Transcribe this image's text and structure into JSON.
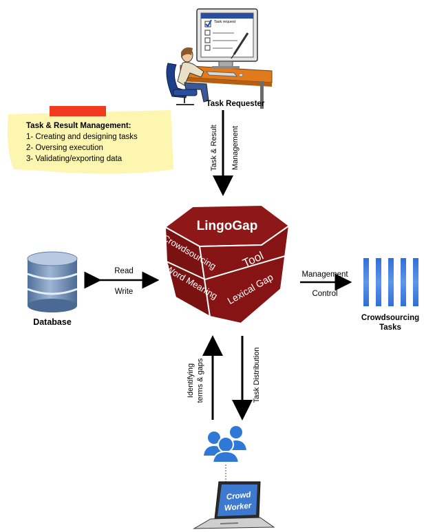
{
  "task_requester": {
    "label": "Task Requester",
    "form_title": "Task request"
  },
  "note": {
    "title": "Task & Result Management:",
    "items": [
      "1- Creating and designing tasks",
      "2- Oversing execution",
      "3- Validating/exporting data"
    ]
  },
  "arrow_top": {
    "label_line1": "Task & Result",
    "label_line2": "Management"
  },
  "cube": {
    "top": "LingoGap",
    "left_upper": "Crowdsourcing",
    "left_lower": "Word Meaning",
    "right_upper": "Tool",
    "right_lower": "Lexical Gap"
  },
  "database": {
    "label": "Database",
    "read_label": "Read",
    "write_label": "Write"
  },
  "tasks": {
    "label_line1": "Crowdsourcing",
    "label_line2": "Tasks",
    "management_label": "Management",
    "control_label": "Control"
  },
  "arrow_up": {
    "label_line1": "Identifying",
    "label_line2": "terms & gaps"
  },
  "arrow_down": {
    "label": "Task Distribution"
  },
  "crowd_worker": {
    "line1": "Crowd",
    "line2": "Worker"
  },
  "colors": {
    "cube_dark": "#7a1212",
    "cube_mid": "#96191a",
    "note_yellow": "#fcf6b1",
    "note_red": "#f23b1e",
    "db_blue": "#5b7ca6",
    "task_blue": "#3b7de0",
    "people_blue": "#2f78d6"
  }
}
